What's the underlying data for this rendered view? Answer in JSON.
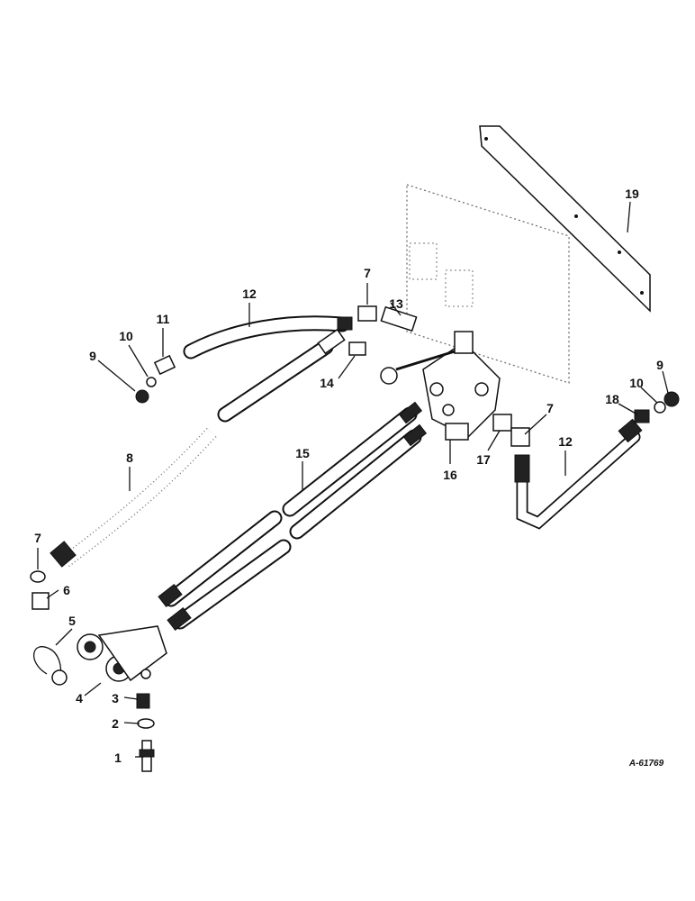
{
  "diagram": {
    "reference_number": "A-61769",
    "callouts": [
      {
        "id": "c1",
        "text": "1"
      },
      {
        "id": "c2",
        "text": "2"
      },
      {
        "id": "c3",
        "text": "3"
      },
      {
        "id": "c4",
        "text": "4"
      },
      {
        "id": "c5",
        "text": "5"
      },
      {
        "id": "c6",
        "text": "6"
      },
      {
        "id": "c7a",
        "text": "7"
      },
      {
        "id": "c7b",
        "text": "7"
      },
      {
        "id": "c7c",
        "text": "7"
      },
      {
        "id": "c8",
        "text": "8"
      },
      {
        "id": "c9a",
        "text": "9"
      },
      {
        "id": "c9b",
        "text": "9"
      },
      {
        "id": "c10a",
        "text": "10"
      },
      {
        "id": "c10b",
        "text": "10"
      },
      {
        "id": "c11",
        "text": "11"
      },
      {
        "id": "c12a",
        "text": "12"
      },
      {
        "id": "c12b",
        "text": "12"
      },
      {
        "id": "c13",
        "text": "13"
      },
      {
        "id": "c14",
        "text": "14"
      },
      {
        "id": "c15",
        "text": "15"
      },
      {
        "id": "c16",
        "text": "16"
      },
      {
        "id": "c17",
        "text": "17"
      },
      {
        "id": "c18",
        "text": "18"
      },
      {
        "id": "c19",
        "text": "19"
      }
    ]
  }
}
